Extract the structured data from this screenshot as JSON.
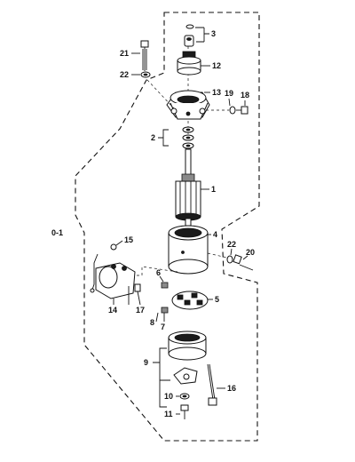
{
  "labels": {
    "p1": "1",
    "p2": "2",
    "p3": "3",
    "p4": "4",
    "p5": "5",
    "p6": "6",
    "p7": "7",
    "p8": "8",
    "p9": "9",
    "p10": "10",
    "p11": "11",
    "p12": "12",
    "p13": "13",
    "p14": "14",
    "p15": "15",
    "p16": "16",
    "p17": "17",
    "p18": "18",
    "p19": "19",
    "p20": "20",
    "p21": "21",
    "p22a": "22",
    "p22b": "22",
    "assembly": "0-1"
  }
}
